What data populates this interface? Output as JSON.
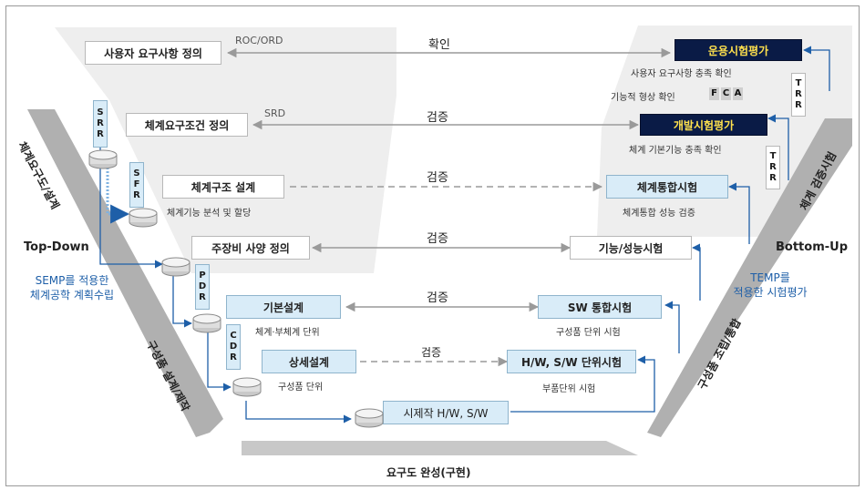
{
  "left_flow": {
    "user_req": "사용자 요구사항 정의",
    "sys_req": "체계요구조건 정의",
    "sys_arch": "체계구조 설계",
    "sys_arch_sub": "체계기능 분석 및 할당",
    "equip_spec": "주장비 사양 정의",
    "basic_design": "기본설계",
    "basic_design_sub": "체계·부체계 단위",
    "detail_design": "상세설계",
    "detail_design_sub": "구성품 단위",
    "prototype": "시제작 H/W, S/W"
  },
  "right_flow": {
    "op_eval": "운용시험평가",
    "op_eval_sub": "사용자 요구사항 충족 확인",
    "fca_label": "기능적 형상 확인",
    "fca_letters": [
      "F",
      "C",
      "A"
    ],
    "dev_eval": "개발시험평가",
    "dev_eval_sub": "체계 기본기능 충족 확인",
    "sys_integ": "체계통합시험",
    "sys_integ_sub": "체계통합 성능 검증",
    "func_perf": "기능/성능시험",
    "sw_integ": "SW 통합시험",
    "sw_integ_sub": "구성품 단위 시험",
    "unit_test": "H/W, S/W 단위시험",
    "unit_test_sub": "부품단위 시험"
  },
  "links": {
    "roc": "ROC/ORD",
    "srd": "SRD",
    "confirm": "확인",
    "verify1": "검증",
    "verify2": "검증",
    "verify3": "검증",
    "verify4": "검증",
    "verify5": "검증"
  },
  "reviews": {
    "srr": [
      "S",
      "R",
      "R"
    ],
    "sfr": [
      "S",
      "F",
      "R"
    ],
    "pdr": [
      "P",
      "D",
      "R"
    ],
    "cdr": [
      "C",
      "D",
      "R"
    ],
    "trr1": [
      "T",
      "R",
      "R"
    ],
    "trr2": [
      "T",
      "R",
      "R"
    ]
  },
  "sides": {
    "top_down": "Top-Down",
    "bottom_up": "Bottom-Up",
    "semp": [
      "SEMP를 적용한",
      "체계공학 계획수립"
    ],
    "temp": [
      "TEMP를",
      "적용한 시험평가"
    ],
    "left_diag_top": "체계요구도/설계",
    "left_diag_bottom": "구성품 설계/제작",
    "right_diag_top": "체계 검증시험",
    "right_diag_bottom": "구성품 조립/통합",
    "bottom": "요구도 완성(구현)"
  },
  "colors": {
    "accent_blue": "#1e5fa8",
    "dark_box": "#0a1b46",
    "dark_box_text": "#ffe14d",
    "light_box": "#d9ecf8"
  }
}
